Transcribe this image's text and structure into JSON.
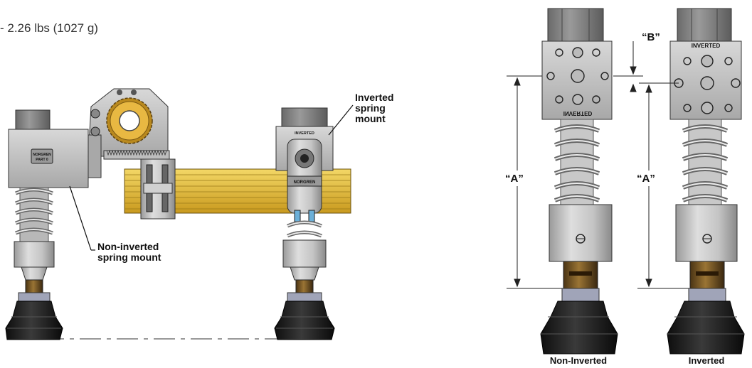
{
  "weight_text": "- 2.26 lbs (1027 g)",
  "callouts": {
    "inverted": [
      "Inverted",
      "spring",
      "mount"
    ],
    "non_inverted": [
      "Non-inverted",
      "spring mount"
    ]
  },
  "part_labels": {
    "left_block": [
      "NORGREN",
      "PART 0"
    ],
    "inverted_stamp": "INVERTED",
    "clamp_label": "NORGREN",
    "flipped_stamp": "INVERTED"
  },
  "dimensions": {
    "a": "“A”",
    "b": "“B”"
  },
  "captions": {
    "non_inverted": "Non-Inverted",
    "inverted": "Inverted"
  },
  "colors": {
    "metal": "#c8c8c8",
    "cup": "#1c1c1c",
    "brass": "#7a5a2a",
    "bar": "#e2bd3a",
    "gear": "#e8b842"
  }
}
